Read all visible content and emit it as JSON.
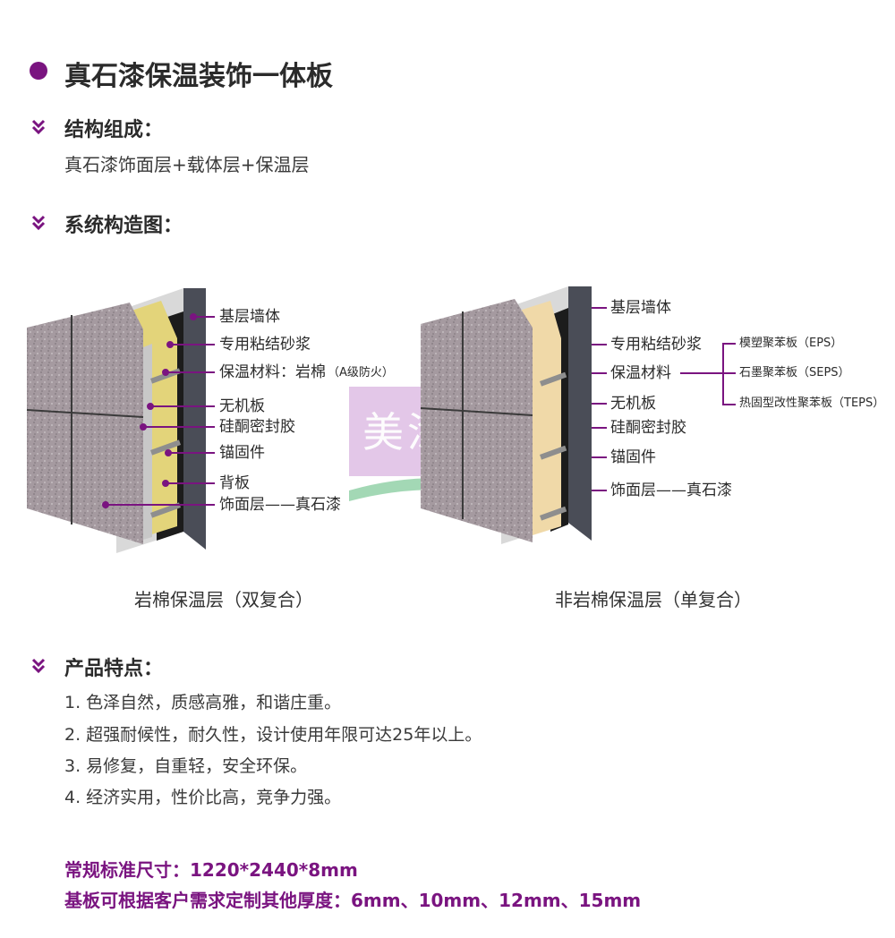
{
  "page": {
    "title": "真石漆保温装饰一体板",
    "accent_color": "#7a1480"
  },
  "structure": {
    "heading": "结构组成：",
    "text": "真石漆饰面层+载体层+保温层"
  },
  "system": {
    "heading": "系统构造图：",
    "left": {
      "caption": "岩棉保温层（双复合）",
      "labels": [
        "基层墙体",
        "专用粘结砂浆",
        "保温材料：岩棉",
        "无机板",
        "硅酮密封胶",
        "锚固件",
        "背板",
        "饰面层——真石漆"
      ],
      "fire_note": "（A级防火）"
    },
    "right": {
      "caption": "非岩棉保温层（单复合）",
      "labels": [
        "基层墙体",
        "专用粘结砂浆",
        "保温材料",
        "无机板",
        "硅酮密封胶",
        "锚固件",
        "饰面层——真石漆"
      ],
      "insulation_options": [
        "模塑聚苯板（EPS）",
        "石墨聚苯板（SEPS）",
        "热固型改性聚苯板（TEPS）"
      ]
    },
    "watermark": "美涂士"
  },
  "features": {
    "heading": "产品特点：",
    "items": [
      "1. 色泽自然，质感高雅，和谐庄重。",
      "2. 超强耐候性，耐久性，设计使用年限可达25年以上。",
      "3. 易修复，自重轻，安全环保。",
      "4. 经济实用，性价比高，竞争力强。"
    ]
  },
  "specs": {
    "standard": "常规标准尺寸：1220*2440*8mm",
    "custom": "基板可根据客户需求定制其他厚度：6mm、10mm、12mm、15mm"
  }
}
